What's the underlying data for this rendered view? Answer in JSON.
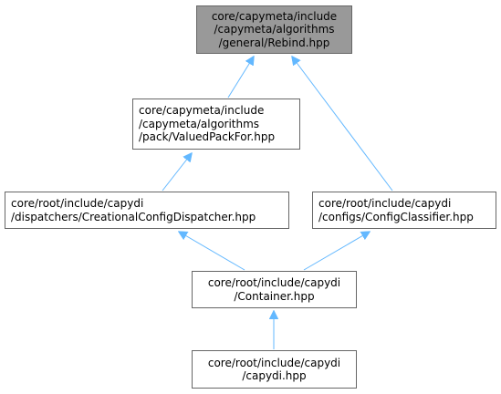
{
  "nodes": {
    "rebind": {
      "lines": [
        "core/capymeta/include",
        "/capymeta/algorithms",
        "/general/Rebind.hpp"
      ]
    },
    "valued_pack_for": {
      "lines": [
        "core/capymeta/include",
        "/capymeta/algorithms",
        "/pack/ValuedPackFor.hpp"
      ]
    },
    "creational_config_dispatcher": {
      "lines": [
        "core/root/include/capydi",
        "/dispatchers/CreationalConfigDispatcher.hpp"
      ]
    },
    "config_classifier": {
      "lines": [
        "core/root/include/capydi",
        "/configs/ConfigClassifier.hpp"
      ]
    },
    "container": {
      "lines": [
        "core/root/include/capydi",
        "/Container.hpp"
      ]
    },
    "capydi": {
      "lines": [
        "core/root/include/capydi",
        "/capydi.hpp"
      ]
    }
  },
  "edges": [
    {
      "from": "valued_pack_for",
      "to": "rebind"
    },
    {
      "from": "config_classifier",
      "to": "rebind"
    },
    {
      "from": "creational_config_dispatcher",
      "to": "valued_pack_for"
    },
    {
      "from": "container",
      "to": "creational_config_dispatcher"
    },
    {
      "from": "container",
      "to": "config_classifier"
    },
    {
      "from": "capydi",
      "to": "container"
    }
  ],
  "colors": {
    "edge": "#63b8ff",
    "node_border": "#666666",
    "current_fill": "#999999",
    "node_fill": "#ffffff"
  }
}
